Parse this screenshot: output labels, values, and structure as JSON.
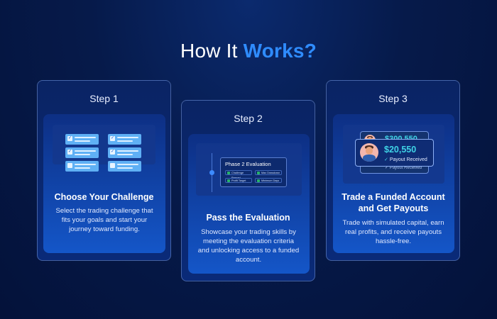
{
  "header": {
    "title_part1": "How It",
    "title_part2": "Works?"
  },
  "steps": [
    {
      "step_label": "Step 1",
      "title": "Choose Your Challenge",
      "description": "Select the trading challenge that fits your goals and start your journey toward funding."
    },
    {
      "step_label": "Step 2",
      "title": "Pass the Evaluation",
      "description": "Showcase your trading skills by meeting the evaluation criteria and unlocking access to a funded account.",
      "visual": {
        "phase_title": "Phase 2 Evaluation",
        "chips": [
          "Challenge Passed",
          "Max Drawdown",
          "Profit Target",
          "Minimum Days"
        ]
      }
    },
    {
      "step_label": "Step 3",
      "title": "Trade a Funded Account and Get Payouts",
      "description": "Trade with simulated capital, earn real profits, and receive payouts hassle-free.",
      "visual": {
        "front_amount": "$20,550",
        "front_caption": "Payout Received",
        "back_amount": "$300,550",
        "back_caption": "Payout Received"
      }
    }
  ],
  "colors": {
    "accent": "#2f8cff",
    "background": "#061a4a",
    "check_green": "#27b36a"
  }
}
